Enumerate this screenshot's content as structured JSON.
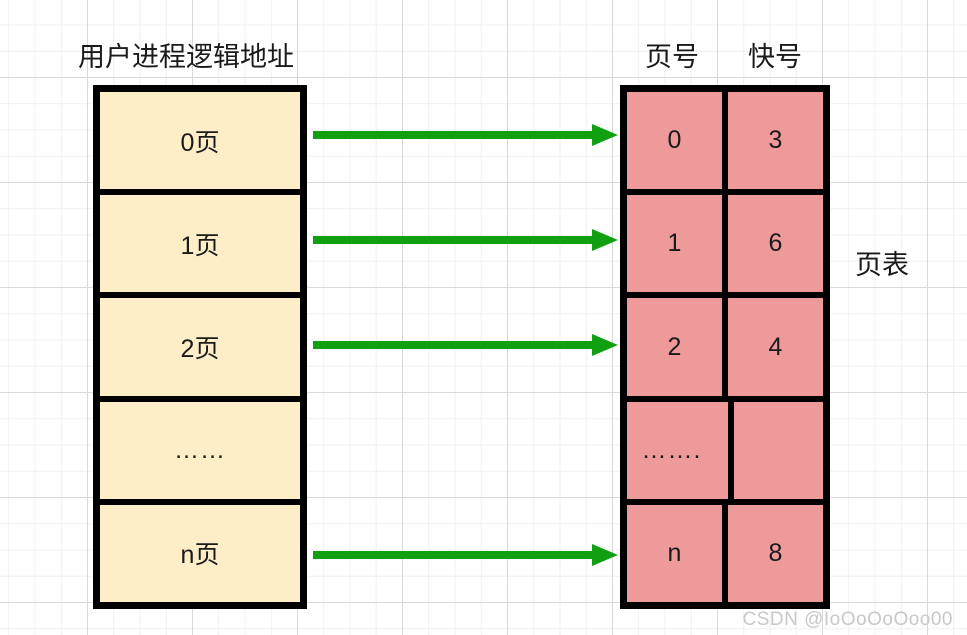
{
  "diagram": {
    "left_title": "用户进程逻辑地址",
    "table_label": "页表",
    "watermark": "CSDN @IoOoOoOoo00",
    "colors": {
      "process_cell_fill": "#fdeec8",
      "page_table_fill": "#ef9a9a",
      "border": "#000000",
      "arrow": "#11a011",
      "grid_minor": "#f0f0f0",
      "grid_major": "#d9d9d9",
      "watermark_text": "#c8c8c8"
    },
    "process_column": {
      "cells": [
        {
          "label": "0页"
        },
        {
          "label": "1页"
        },
        {
          "label": "2页"
        },
        {
          "label": "……"
        },
        {
          "label": "n页"
        }
      ]
    },
    "page_table": {
      "headers": [
        "页号",
        "快号"
      ],
      "rows": [
        {
          "page_no": "0",
          "block_no": "3"
        },
        {
          "page_no": "1",
          "block_no": "6"
        },
        {
          "page_no": "2",
          "block_no": "4"
        },
        {
          "page_no": "…….",
          "block_no": ""
        },
        {
          "page_no": "n",
          "block_no": "8"
        }
      ]
    },
    "arrows": [
      {
        "from": "0页",
        "to": "0"
      },
      {
        "from": "1页",
        "to": "1"
      },
      {
        "from": "2页",
        "to": "2"
      },
      {
        "from": "n页",
        "to": "n"
      }
    ]
  }
}
